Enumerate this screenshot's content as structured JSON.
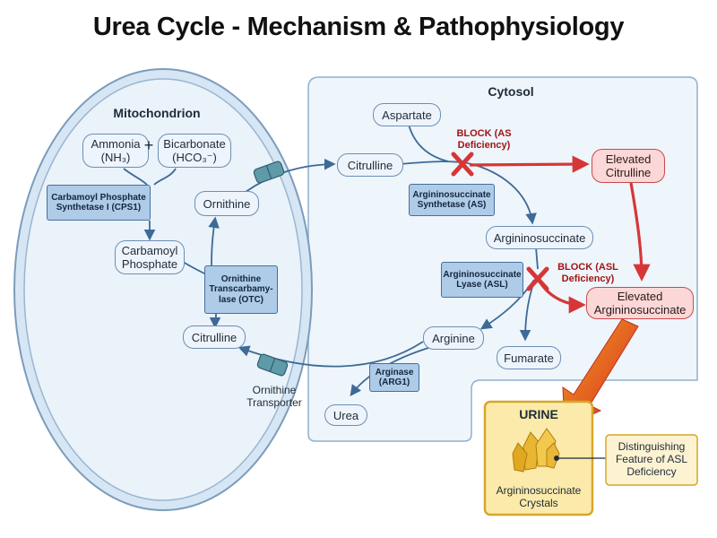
{
  "title": "Urea Cycle - Mechanism & Pathophysiology",
  "compartments": {
    "mitochondrion": "Mitochondrion",
    "cytosol": "Cytosol"
  },
  "mito_nodes": {
    "ammonia": "Ammonia (NH₃)",
    "plus": "+",
    "bicarbonate": "Bicarbonate (HCO₃⁻)",
    "carbamoyl_phosphate": "Carbamoyl Phosphate",
    "ornithine": "Ornithine",
    "citrulline": "Citrulline"
  },
  "mito_enzymes": {
    "cps1": "Carbamoyl Phosphate Synthetase I (CPS1)",
    "otc": "Ornithine Transcarbamy-lase (OTC)"
  },
  "transporter_label": "Ornithine Transporter",
  "cyto_nodes": {
    "aspartate": "Aspartate",
    "citrulline": "Citrulline",
    "argininosuccinate": "Argininosuccinate",
    "arginine": "Arginine",
    "fumarate": "Fumarate",
    "urea": "Urea"
  },
  "cyto_enzymes": {
    "as": "Argininosuccinate Synthetase (AS)",
    "asl": "Argininosuccinate Lyase (ASL)",
    "arg1": "Arginase (ARG1)"
  },
  "blocks": {
    "as": "BLOCK (AS Deficiency)",
    "asl": "BLOCK (ASL Deficiency)"
  },
  "elevated": {
    "citrulline": "Elevated Citrulline",
    "argininosuccinate": "Elevated Argininosuccinate"
  },
  "urine": {
    "title": "URINE",
    "crystals": "Argininosuccinate Crystals",
    "feature": "Distinguishing Feature of ASL Deficiency"
  },
  "colors": {
    "mito_fill": "#eaf2fa",
    "cyto_fill": "#eef5fb",
    "arrow_blue": "#3d6a96",
    "block_red": "#d63636",
    "urine_fill": "#fbeaaa",
    "crystal": "#e8b631"
  }
}
